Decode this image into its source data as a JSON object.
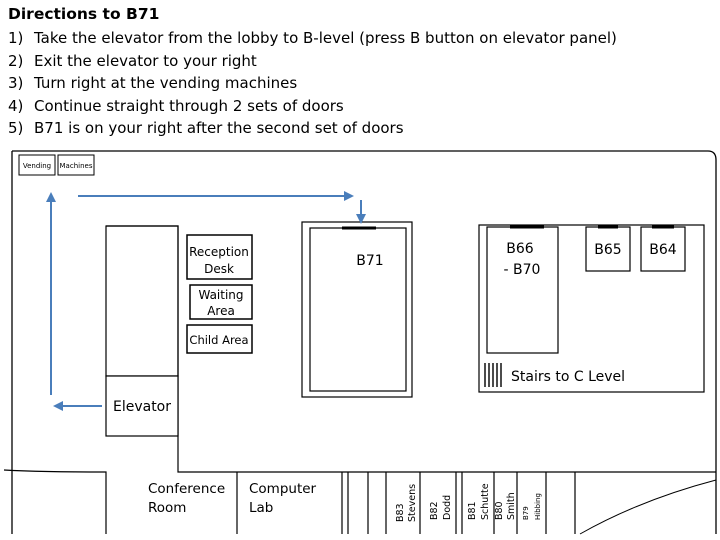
{
  "title": "Directions to B71",
  "steps": [
    {
      "num": "1)",
      "text": "Take the elevator from the lobby to B-level (press B button on elevator panel)"
    },
    {
      "num": "2)",
      "text": "Exit the elevator to your right"
    },
    {
      "num": "3)",
      "text": "Turn right at the vending machines"
    },
    {
      "num": "4)",
      "text": "Continue straight through 2 sets of doors"
    },
    {
      "num": "5)",
      "text": "B71 is on your right after the second set of doors"
    }
  ],
  "map": {
    "vending": "Vending",
    "machines": "Machines",
    "reception_1": "Reception",
    "reception_2": "Desk",
    "waiting_1": "Waiting",
    "waiting_2": "Area",
    "child_area": "Child Area",
    "elevator": "Elevator",
    "b71": "B71",
    "b66_1": "B66",
    "b66_2": "- B70",
    "b65": "B65",
    "b64": "B64",
    "stairs": "Stairs to C Level",
    "conference_1": "Conference",
    "conference_2": "Room",
    "computer_1": "Computer",
    "computer_2": "Lab",
    "b83": "B83",
    "stevens": "Stevens",
    "b82": "B82",
    "dodd": "Dodd",
    "b81": "B81",
    "schutte": "Schutte",
    "b80": "B80",
    "smith": "Smith",
    "b79": "B79",
    "hibbing": "Hibbing"
  },
  "colors": {
    "route_arrow": "#4a7ebb",
    "wall": "#000000"
  }
}
